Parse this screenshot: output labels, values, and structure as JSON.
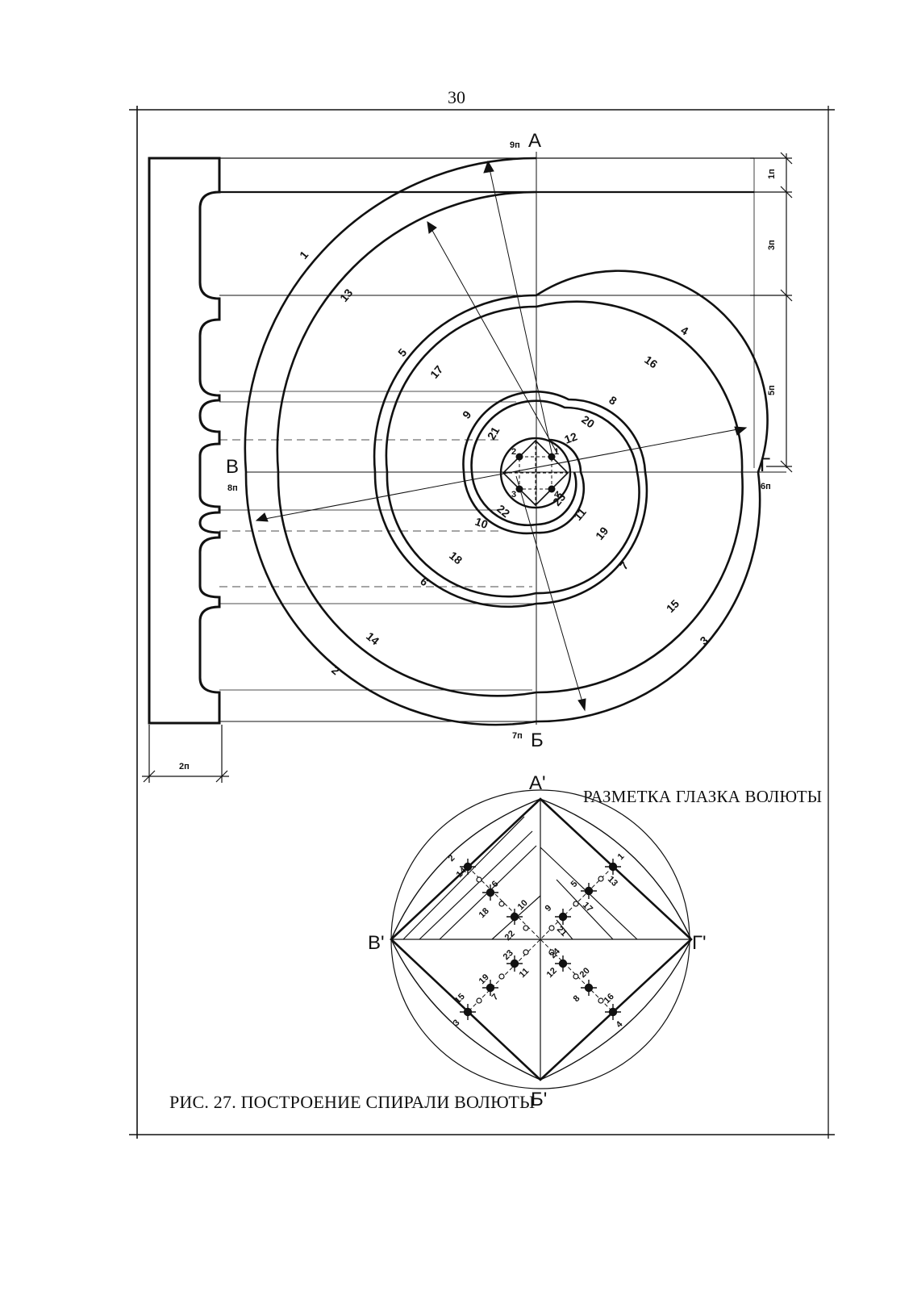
{
  "page": {
    "number": "30"
  },
  "captions": {
    "eye_marking": "РАЗМЕТКА ГЛАЗКА ВОЛЮТЫ",
    "figure": "РИС. 27. ПОСТРОЕНИЕ СПИРАЛИ ВОЛЮТЫ"
  },
  "volute": {
    "axis_labels": {
      "top": "А",
      "bottom": "Б",
      "left": "В",
      "right": "Г"
    },
    "module_labels": {
      "top": "9п",
      "bottom": "7п",
      "left": "8п",
      "right": "6п"
    },
    "dimensions": {
      "right": [
        "1п",
        "3п",
        "5п"
      ],
      "bottom": "2п"
    },
    "arc_numbers": [
      "1",
      "2",
      "3",
      "4",
      "5",
      "6",
      "7",
      "8",
      "9",
      "10",
      "11",
      "12",
      "13",
      "14",
      "15",
      "16",
      "17",
      "18",
      "19",
      "20",
      "21",
      "22",
      "23"
    ],
    "eye_points": [
      "1",
      "2",
      "3",
      "4"
    ]
  },
  "eye": {
    "axis_labels": {
      "top": "А'",
      "bottom": "Б'",
      "left": "В'",
      "right": "Г'"
    },
    "points": [
      "1",
      "2",
      "3",
      "4",
      "5",
      "6",
      "7",
      "8",
      "9",
      "10",
      "11",
      "12",
      "13",
      "14",
      "15",
      "16",
      "17",
      "18",
      "19",
      "20",
      "21",
      "22",
      "23",
      "24"
    ]
  },
  "colors": {
    "ink": "#111111",
    "paper": "#ffffff"
  }
}
